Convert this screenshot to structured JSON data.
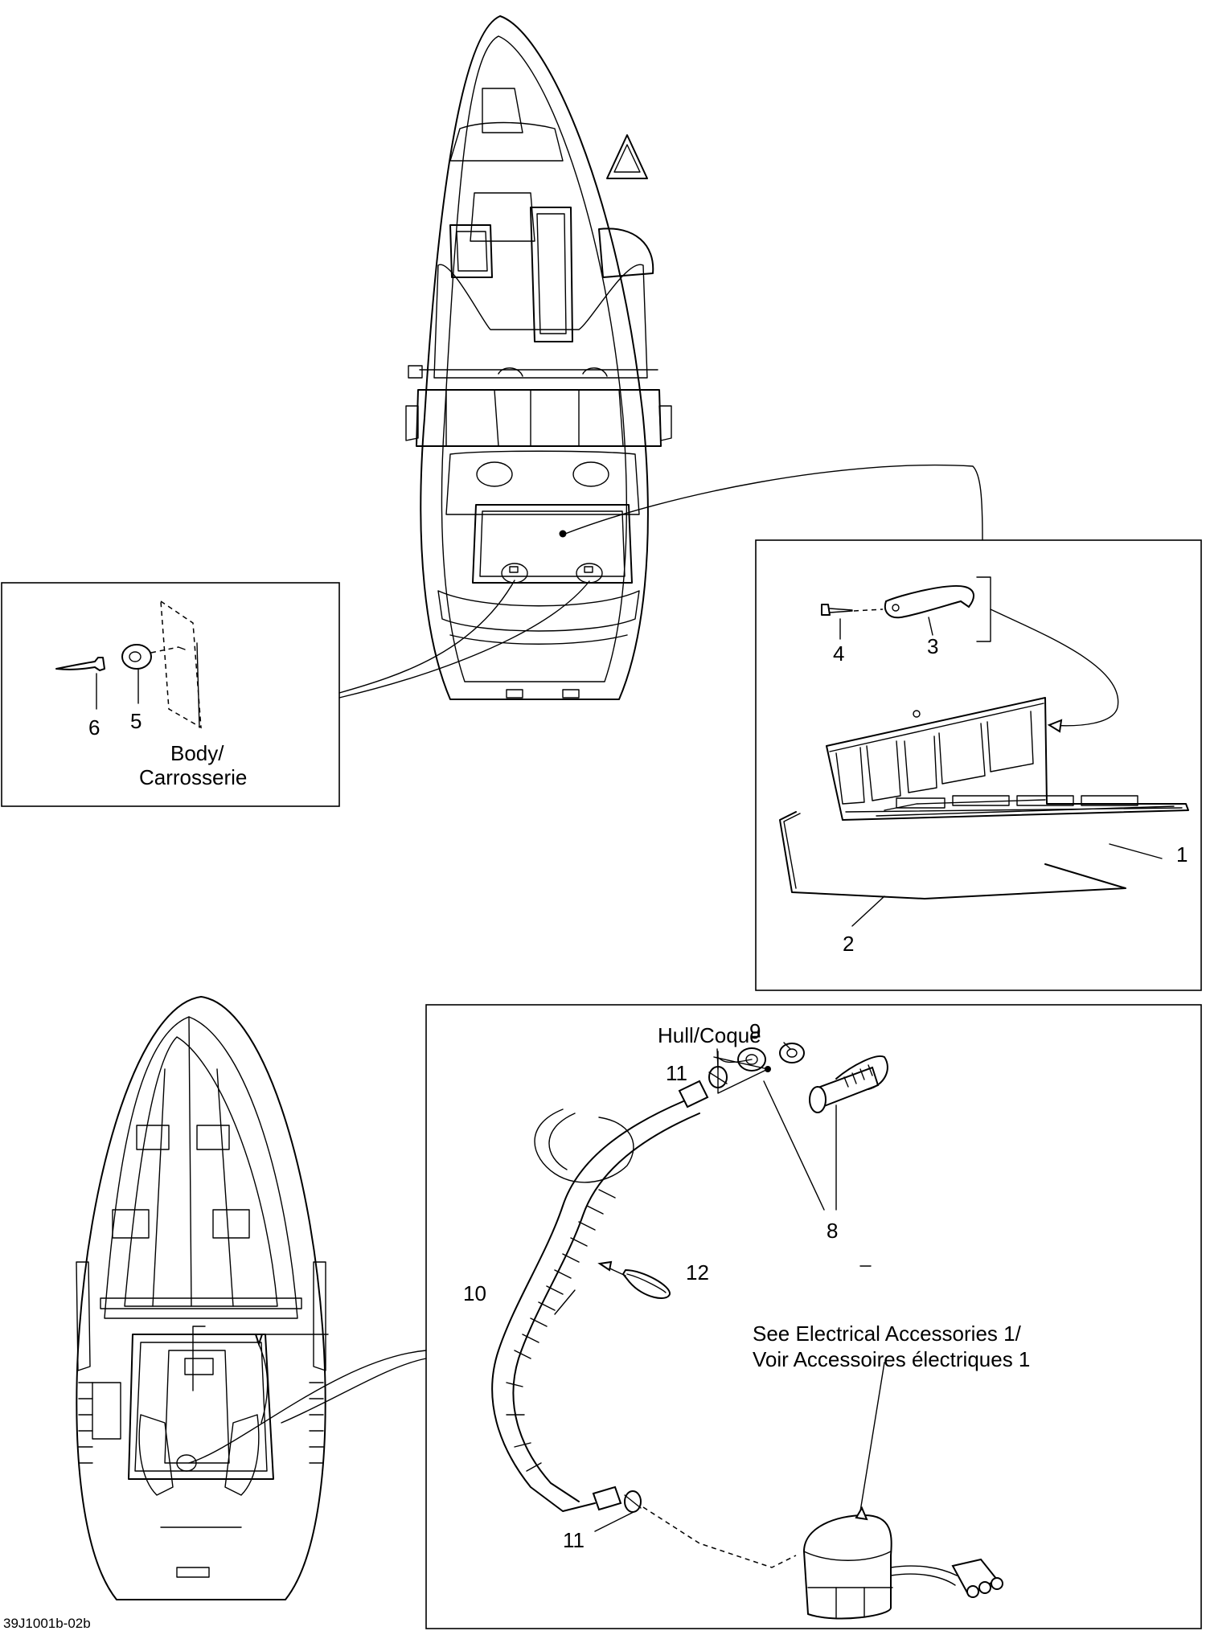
{
  "labels": {
    "l1": "1",
    "l2": "2",
    "l3": "3",
    "l4": "4",
    "l5": "5",
    "l6": "6",
    "l8": "8",
    "l9": "9",
    "l10": "10",
    "l11a": "11",
    "l11b": "11",
    "l12": "12"
  },
  "captions": {
    "body_line1": "Body/",
    "body_line2": "Carrosserie",
    "hull": "Hull/Coque",
    "electrical_line1": "See Electrical Accessories 1/",
    "electrical_line2": "Voir Accessoires électriques 1"
  },
  "drawing_code": "39J1001b-02b"
}
